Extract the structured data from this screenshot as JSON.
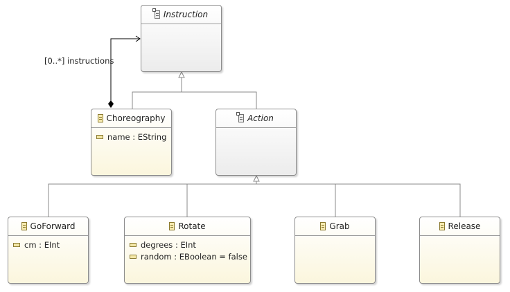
{
  "classes": {
    "instruction": {
      "name": "Instruction",
      "abstract": true
    },
    "choreography": {
      "name": "Choreography",
      "attributes": [
        "name : EString"
      ]
    },
    "action": {
      "name": "Action",
      "abstract": true
    },
    "goforward": {
      "name": "GoForward",
      "attributes": [
        "cm : EInt"
      ]
    },
    "rotate": {
      "name": "Rotate",
      "attributes": [
        "degrees : EInt",
        "random : EBoolean = false"
      ]
    },
    "grab": {
      "name": "Grab",
      "attributes": []
    },
    "release": {
      "name": "Release",
      "attributes": []
    }
  },
  "references": {
    "instructions": {
      "label": "[0..*] instructions"
    }
  },
  "icons": {
    "class": "eclass-icon",
    "attribute": "eattribute-icon"
  },
  "colors": {
    "concrete_fill": "#fbf6dd",
    "abstract_fill": "#ececec",
    "border": "#8c8c8c",
    "edge": "#888888"
  }
}
